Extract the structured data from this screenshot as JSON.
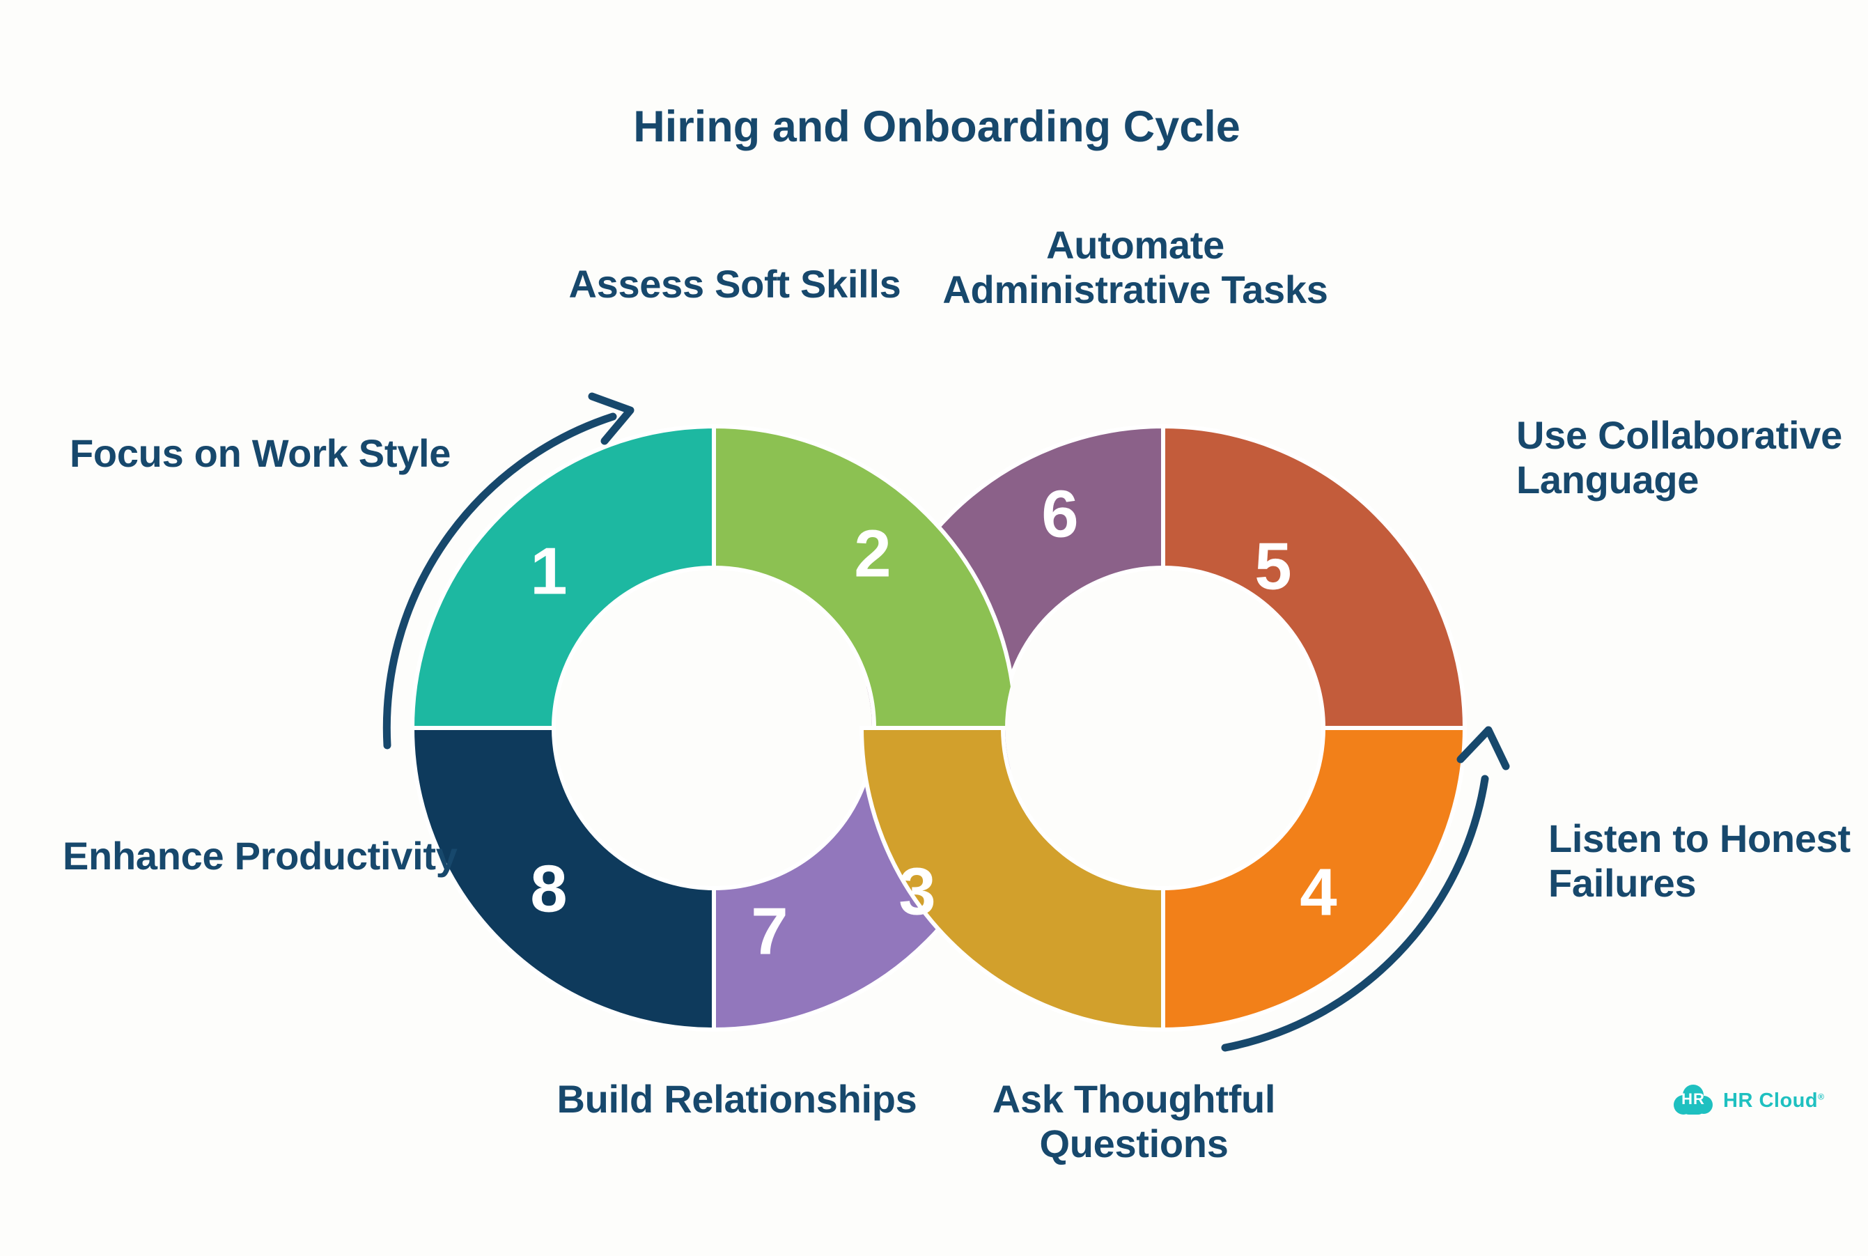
{
  "title": "Hiring and Onboarding Cycle",
  "steps": [
    {
      "number": "1",
      "label": "Focus on Work Style",
      "color": "#1DB8A1"
    },
    {
      "number": "2",
      "label": "Assess Soft Skills",
      "color": "#8CC152"
    },
    {
      "number": "3",
      "label": "Ask Thoughtful\nQuestions",
      "color": "#D2A02C"
    },
    {
      "number": "4",
      "label": "Listen to Honest\nFailures",
      "color": "#F28019"
    },
    {
      "number": "5",
      "label": "Use Collaborative\nLanguage",
      "color": "#C35C3B"
    },
    {
      "number": "6",
      "label": "Automate\nAdministrative Tasks",
      "color": "#8B6189"
    },
    {
      "number": "7",
      "label": "Build Relationships",
      "color": "#9277BC"
    },
    {
      "number": "8",
      "label": "Enhance Productivity",
      "color": "#0E3A5C"
    }
  ],
  "colors": {
    "background": "#FDFDFB",
    "text_navy": "#17486C",
    "arrow_navy": "#17486C",
    "logo_teal": "#1EC0C0"
  },
  "logo": {
    "badge_text": "HR",
    "brand": "HR Cloud",
    "registered": "®"
  }
}
